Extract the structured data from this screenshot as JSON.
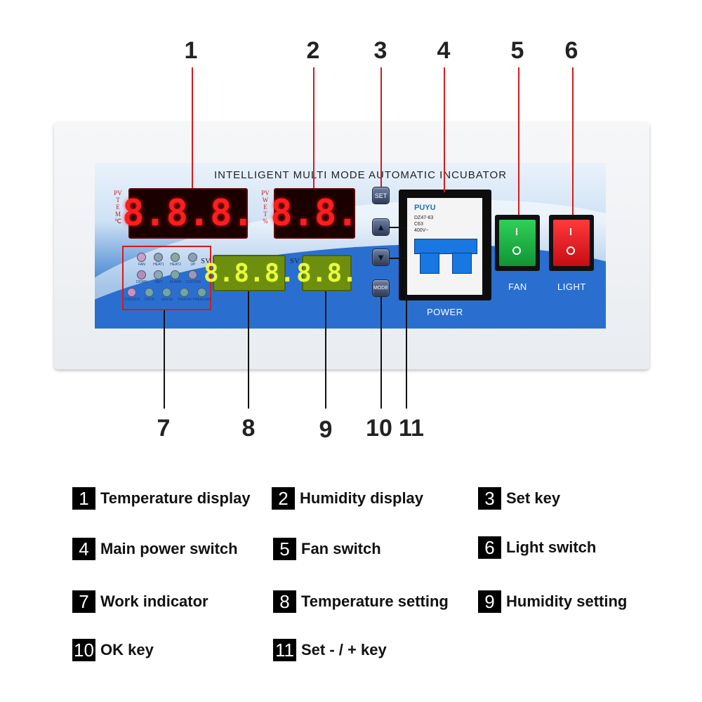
{
  "callouts": {
    "c1": "1",
    "c2": "2",
    "c3": "3",
    "c4": "4",
    "c5": "5",
    "c6": "6",
    "c7": "7",
    "c8": "8",
    "c9": "9",
    "c10": "10",
    "c11": "11"
  },
  "panel": {
    "title": "INTELLIGENT MULTI MODE AUTOMATIC INCUBATOR",
    "pv_temp_label": "PV\nT\nE\nM\n℃",
    "pv_hum_label": "PV\nW\nE\nT\n%",
    "temp_display": "8.8.8.",
    "hum_display": "8.8.",
    "sv_label_1": "SV",
    "sv_label_2": "SV",
    "temp_setting_display": "8.8.8.",
    "hum_setting_display": "8.8.",
    "leds": [
      {
        "label": "FAN",
        "color": "#c8a0c8"
      },
      {
        "label": "HEAT1",
        "color": "#8aa0b8"
      },
      {
        "label": "HEAT2",
        "color": "#8aa8a0"
      },
      {
        "label": "UP",
        "color": "#8aa0b8"
      },
      {
        "label": "DOWN",
        "color": "#b090b8"
      },
      {
        "label": "WET",
        "color": "#8aa8b8"
      },
      {
        "label": "ALARM",
        "color": "#7aa8a8"
      },
      {
        "label": "CUSTOM",
        "color": "#9a98b8"
      },
      {
        "label": "CHICKEN",
        "color": "#c890c8"
      },
      {
        "label": "DUCK",
        "color": "#6aa8b0"
      },
      {
        "label": "GEESE",
        "color": "#6aa8b0"
      },
      {
        "label": "PIGEON",
        "color": "#6aa8a8"
      },
      {
        "label": "PHEASANT",
        "color": "#6aa8a0"
      }
    ],
    "keys": {
      "set": "SET",
      "up": "▲",
      "down": "▼",
      "mode": "MODE"
    },
    "breaker": {
      "brand": "PUYU",
      "model": "DZ47-63\nC63\n400V~"
    },
    "power_label": "POWER",
    "fan_label": "FAN",
    "light_label": "LIGHT",
    "colors": {
      "fan_switch": "#19a83c",
      "light_switch": "#e0141e",
      "leader": "#d21c1c"
    }
  },
  "legend": [
    {
      "num": "1",
      "text": "Temperature display"
    },
    {
      "num": "2",
      "text": "Humidity display"
    },
    {
      "num": "3",
      "text": "Set key"
    },
    {
      "num": "4",
      "text": "Main power switch"
    },
    {
      "num": "5",
      "text": "Fan switch"
    },
    {
      "num": "6",
      "text": "Light switch"
    },
    {
      "num": "7",
      "text": "Work indicator"
    },
    {
      "num": "8",
      "text": "Temperature setting"
    },
    {
      "num": "9",
      "text": "Humidity setting"
    },
    {
      "num": "10",
      "text": "OK key"
    },
    {
      "num": "11",
      "text": "Set - / + key"
    }
  ]
}
